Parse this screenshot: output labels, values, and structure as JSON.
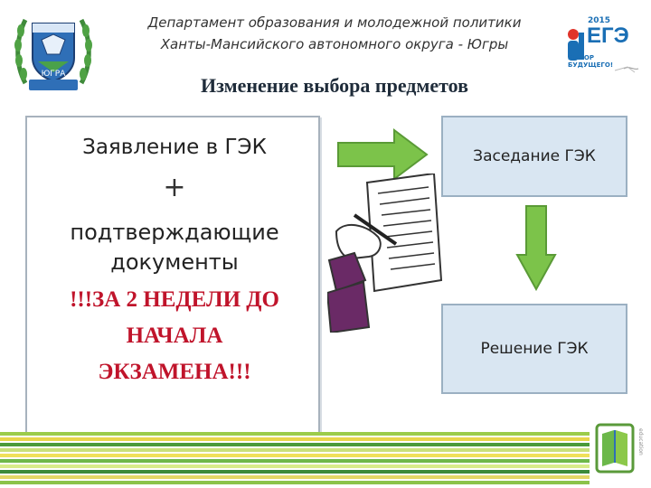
{
  "header": {
    "department_line1": "Департамент образования и молодежной политики",
    "department_line2": "Ханты-Мансийского автономного округа - Югры",
    "emblem_label": "ЮГРА",
    "ege_logo": {
      "year": "2015",
      "title": "ЕГЭ",
      "subtitle": "ВЫБОР БУДУЩЕГО!"
    }
  },
  "title": "Изменение выбора предметов",
  "left_box": {
    "line1": "Заявление в ГЭК",
    "plus": "+",
    "line2": "подтверждающие",
    "line3": "документы",
    "warning_line1": "!!!ЗА 2 НЕДЕЛИ ДО",
    "warning_line2": "НАЧАЛА",
    "warning_line3": "ЭКЗАМЕНА!!!"
  },
  "right_boxes": {
    "meeting": "Заседание ГЭК",
    "decision": "Решение ГЭК"
  },
  "colors": {
    "arrow_green": "#7cc34a",
    "warning_red": "#c0142b",
    "box_fill": "#d9e6f2"
  },
  "icons": [
    "coat-of-arms-icon",
    "ege-logo-icon",
    "hand-writing-icon",
    "book-logo-icon"
  ]
}
